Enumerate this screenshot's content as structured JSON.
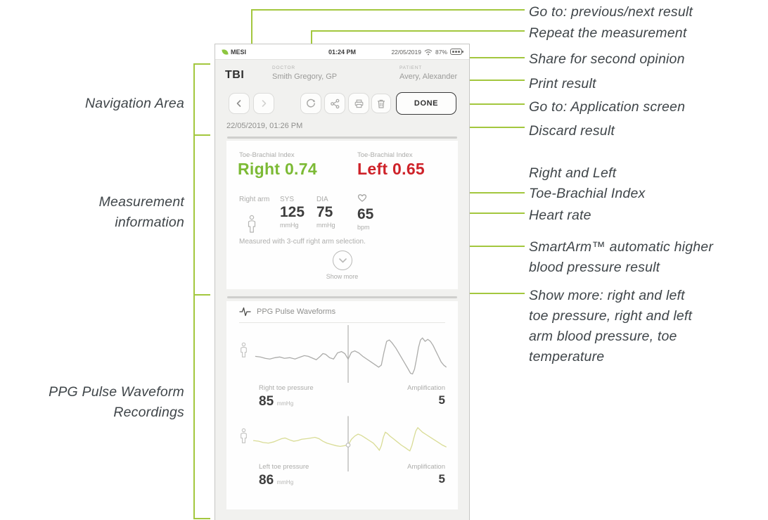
{
  "colors": {
    "callout_green": "#a3c73e",
    "brand_green": "#8dc63f",
    "tbi_right_green": "#7cba35",
    "tbi_left_red": "#ce2229",
    "wave_right_gray": "#acacaa",
    "wave_left_olive": "#d9dc96"
  },
  "left_annotations": {
    "navigation": {
      "line1": "Navigation Area"
    },
    "measurement": {
      "line1": "Measurement",
      "line2": "information"
    },
    "ppg": {
      "line1": "PPG Pulse Waveform",
      "line2": "Recordings"
    }
  },
  "right_annotations": {
    "prev_next": "Go to: previous/next result",
    "repeat": "Repeat the measurement",
    "share": "Share for second opinion",
    "print": "Print result",
    "app_screen": "Go to: Application screen",
    "discard": "Discard result",
    "tbi": {
      "line1": "Right and Left",
      "line2": "Toe-Brachial Index"
    },
    "heart_rate": "Heart rate",
    "smartarm": {
      "line1": "SmartArm™ automatic higher",
      "line2": "blood pressure result"
    },
    "show_more": {
      "line1": "Show more: right and left",
      "line2": "toe pressure, right and left",
      "line3": "arm blood pressure, toe",
      "line4": "temperature"
    }
  },
  "tablet": {
    "status_bar": {
      "brand": "MESI",
      "time": "01:24 PM",
      "date": "22/05/2019",
      "battery": "87%"
    },
    "header": {
      "title": "TBI",
      "doctor_label": "DOCTOR",
      "doctor_name": "Smith Gregory, GP",
      "patient_label": "PATIENT",
      "patient_name": "Avery, Alexander"
    },
    "toolbar": {
      "icons": [
        "previous-result-icon",
        "next-result-icon",
        "repeat-icon",
        "share-icon",
        "print-icon",
        "trash-icon"
      ],
      "done_label": "DONE"
    },
    "result_date": "22/05/2019, 01:26 PM",
    "measurement": {
      "right": {
        "label": "Toe-Brachial Index",
        "value": "Right 0.74"
      },
      "left": {
        "label": "Toe-Brachial Index",
        "value": "Left 0.65"
      },
      "arm_label": "Right arm",
      "sys": {
        "label": "SYS",
        "value": "125",
        "unit": "mmHg"
      },
      "dia": {
        "label": "DIA",
        "value": "75",
        "unit": "mmHg"
      },
      "hr": {
        "value": "65",
        "unit": "bpm"
      },
      "note": "Measured with 3-cuff right arm selection.",
      "show_more_label": "Show more"
    },
    "ppg": {
      "title": "PPG Pulse Waveforms",
      "right": {
        "label": "Right toe pressure",
        "value": "85",
        "unit": "mmHg",
        "amp_label": "Amplification",
        "amp_value": "5"
      },
      "left": {
        "label": "Left toe pressure",
        "value": "86",
        "unit": "mmHg",
        "amp_label": "Amplification",
        "amp_value": "5"
      }
    }
  },
  "chart_data": [
    {
      "type": "line",
      "name": "right-toe-ppg-waveform",
      "color": "#acacaa",
      "x_range": [
        0,
        320
      ],
      "y_range": [
        0,
        85
      ],
      "cursor_x": 160,
      "grid": false,
      "points": [
        [
          20,
          46
        ],
        [
          28,
          47
        ],
        [
          35,
          49
        ],
        [
          42,
          50
        ],
        [
          50,
          48
        ],
        [
          57,
          47
        ],
        [
          64,
          49
        ],
        [
          72,
          48
        ],
        [
          80,
          50
        ],
        [
          88,
          47
        ],
        [
          94,
          45
        ],
        [
          100,
          46
        ],
        [
          107,
          49
        ],
        [
          112,
          51
        ],
        [
          118,
          46
        ],
        [
          122,
          42
        ],
        [
          126,
          43
        ],
        [
          132,
          48
        ],
        [
          138,
          50
        ],
        [
          144,
          41
        ],
        [
          150,
          39
        ],
        [
          155,
          42
        ],
        [
          160,
          50
        ],
        [
          165,
          40
        ],
        [
          170,
          38
        ],
        [
          176,
          41
        ],
        [
          182,
          46
        ],
        [
          188,
          50
        ],
        [
          194,
          54
        ],
        [
          200,
          58
        ],
        [
          206,
          62
        ],
        [
          210,
          59
        ],
        [
          214,
          40
        ],
        [
          218,
          24
        ],
        [
          222,
          22
        ],
        [
          226,
          26
        ],
        [
          232,
          34
        ],
        [
          238,
          44
        ],
        [
          244,
          54
        ],
        [
          250,
          64
        ],
        [
          254,
          71
        ],
        [
          257,
          72
        ],
        [
          260,
          65
        ],
        [
          263,
          50
        ],
        [
          266,
          33
        ],
        [
          269,
          22
        ],
        [
          272,
          19
        ],
        [
          276,
          24
        ],
        [
          280,
          21
        ],
        [
          284,
          24
        ],
        [
          288,
          30
        ],
        [
          292,
          38
        ],
        [
          296,
          46
        ],
        [
          300,
          54
        ],
        [
          304,
          59
        ],
        [
          308,
          62
        ]
      ]
    },
    {
      "type": "line",
      "name": "left-toe-ppg-waveform",
      "color": "#d9dc96",
      "x_range": [
        0,
        320
      ],
      "y_range": [
        0,
        70
      ],
      "cursor_x": 160,
      "grid": false,
      "points": [
        [
          17,
          22
        ],
        [
          25,
          23
        ],
        [
          32,
          25
        ],
        [
          40,
          26
        ],
        [
          48,
          24
        ],
        [
          55,
          21
        ],
        [
          60,
          19
        ],
        [
          65,
          18
        ],
        [
          72,
          21
        ],
        [
          78,
          23
        ],
        [
          84,
          22
        ],
        [
          90,
          20
        ],
        [
          98,
          19
        ],
        [
          104,
          18
        ],
        [
          110,
          17
        ],
        [
          116,
          19
        ],
        [
          122,
          23
        ],
        [
          128,
          26
        ],
        [
          135,
          28
        ],
        [
          142,
          30
        ],
        [
          148,
          31
        ],
        [
          154,
          30
        ],
        [
          160,
          29
        ],
        [
          165,
          20
        ],
        [
          170,
          15
        ],
        [
          175,
          12
        ],
        [
          180,
          14
        ],
        [
          186,
          18
        ],
        [
          192,
          22
        ],
        [
          198,
          26
        ],
        [
          204,
          33
        ],
        [
          207,
          37
        ],
        [
          210,
          30
        ],
        [
          213,
          17
        ],
        [
          216,
          9
        ],
        [
          219,
          11
        ],
        [
          223,
          15
        ],
        [
          228,
          19
        ],
        [
          234,
          24
        ],
        [
          240,
          29
        ],
        [
          246,
          33
        ],
        [
          250,
          36
        ],
        [
          253,
          38
        ],
        [
          256,
          30
        ],
        [
          259,
          18
        ],
        [
          262,
          7
        ],
        [
          265,
          2
        ],
        [
          268,
          5
        ],
        [
          272,
          9
        ],
        [
          278,
          13
        ],
        [
          284,
          17
        ],
        [
          290,
          21
        ],
        [
          296,
          25
        ],
        [
          302,
          29
        ],
        [
          308,
          32
        ]
      ]
    }
  ]
}
